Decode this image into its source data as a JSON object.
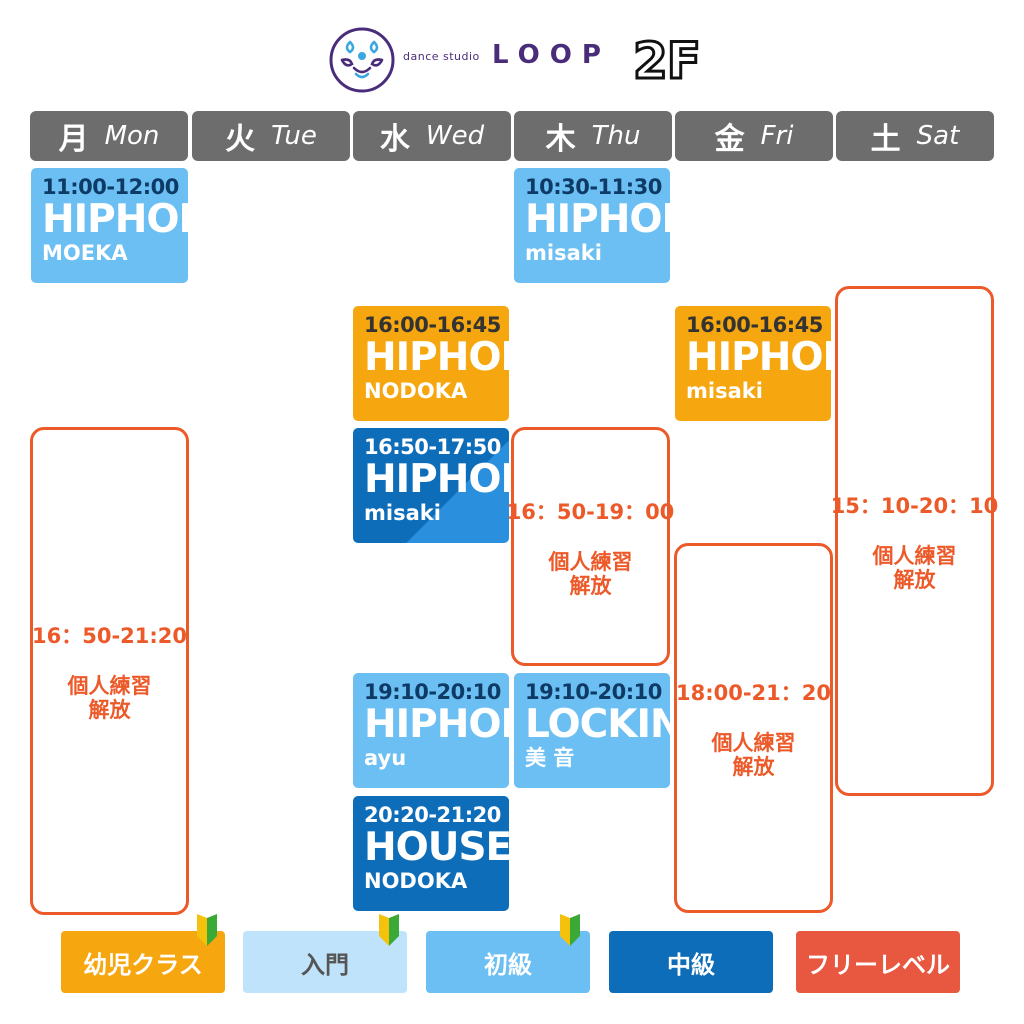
{
  "header": {
    "brand_prefix": "dance studio",
    "brand_name": "LOOP",
    "floor": "2F"
  },
  "days": [
    {
      "kanji": "月",
      "en": "Mon"
    },
    {
      "kanji": "火",
      "en": "Tue"
    },
    {
      "kanji": "水",
      "en": "Wed"
    },
    {
      "kanji": "木",
      "en": "Thu"
    },
    {
      "kanji": "金",
      "en": "Fri"
    },
    {
      "kanji": "土",
      "en": "Sat"
    }
  ],
  "classes": {
    "mon_1": {
      "time": "11:00-12:00",
      "genre": "HIPHOP",
      "instructor": "MOEKA"
    },
    "thu_1": {
      "time": "10:30-11:30",
      "genre": "HIPHOP",
      "instructor": "misaki"
    },
    "wed_1": {
      "time": "16:00-16:45",
      "genre": "HIPHOP",
      "instructor": "NODOKA"
    },
    "fri_1": {
      "time": "16:00-16:45",
      "genre": "HIPHOP",
      "instructor": "misaki"
    },
    "wed_2": {
      "time": "16:50-17:50",
      "genre": "HIPHOP",
      "instructor": "misaki"
    },
    "wed_3": {
      "time": "19:10-20:10",
      "genre": "HIPHOP",
      "instructor": "ayu"
    },
    "thu_2": {
      "time": "19:10-20:10",
      "genre": "LOCKIN",
      "instructor": "美 音"
    },
    "wed_4": {
      "time": "20:20-21:20",
      "genre": "HOUSE",
      "instructor": "NODOKA"
    }
  },
  "open_practice": {
    "mon": {
      "time": "16：50-21:20",
      "label_1": "個人練習",
      "label_2": "解放"
    },
    "thu": {
      "time": "16：50-19：00",
      "label_1": "個人練習",
      "label_2": "解放"
    },
    "fri": {
      "time": "18:00-21：20",
      "label_1": "個人練習",
      "label_2": "解放"
    },
    "sat": {
      "time": "15：10-20：10",
      "label_1": "個人練習",
      "label_2": "解放"
    }
  },
  "legend": [
    {
      "label": "幼児クラス"
    },
    {
      "label": "入門"
    },
    {
      "label": "初級"
    },
    {
      "label": "中級"
    },
    {
      "label": "フリーレベル"
    }
  ],
  "colors": {
    "kids": "#f6a710",
    "intro": "#bfe3fa",
    "beginner": "#6cbff3",
    "intermediate": "#0d6db8",
    "free": "#e8573f",
    "open_border": "#ec5a2a",
    "day_header": "#6d6d6d",
    "brand": "#4a2d7a"
  },
  "icons": [
    "loop-logo-icon",
    "beginner-leaf-icon"
  ]
}
